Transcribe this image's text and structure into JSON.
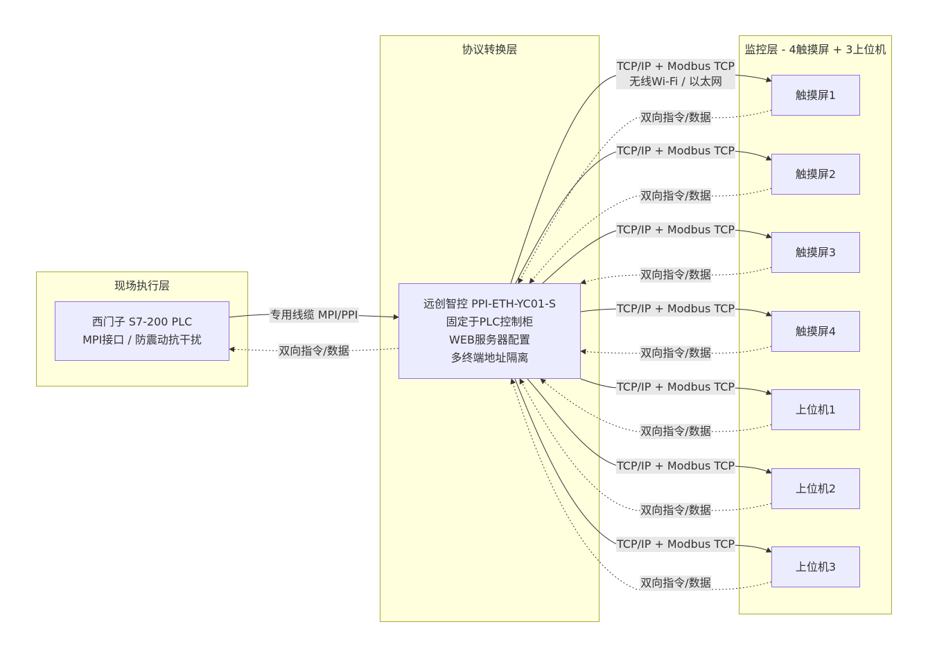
{
  "clusters": {
    "field": {
      "title": "现场执行层"
    },
    "protocol": {
      "title": "协议转换层"
    },
    "monitor": {
      "title": "监控层 - 4触摸屏 + 3上位机"
    }
  },
  "nodes": {
    "plc": {
      "lines": [
        "西门子 S7-200 PLC",
        "MPI接口 / 防震动抗干扰"
      ]
    },
    "gateway": {
      "lines": [
        "远创智控 PPI-ETH-YC01-S",
        "固定于PLC控制柜",
        "WEB服务器配置",
        "多终端地址隔离"
      ]
    },
    "hmi1": {
      "label": "触摸屏1"
    },
    "hmi2": {
      "label": "触摸屏2"
    },
    "hmi3": {
      "label": "触摸屏3"
    },
    "hmi4": {
      "label": "触摸屏4"
    },
    "pc1": {
      "label": "上位机1"
    },
    "pc2": {
      "label": "上位机2"
    },
    "pc3": {
      "label": "上位机3"
    }
  },
  "edges": {
    "plc_to_gateway": "专用线缆 MPI/PPI",
    "gateway_to_plc": "双向指令/数据",
    "tcp_first_line1": "TCP/IP + Modbus TCP",
    "tcp_first_line2": "无线Wi-Fi / 以太网",
    "tcp": "TCP/IP + Modbus TCP",
    "bidirectional": "双向指令/数据"
  }
}
